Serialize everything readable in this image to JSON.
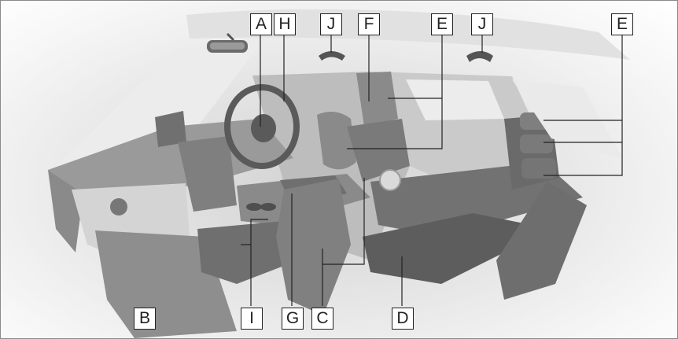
{
  "callouts": {
    "a": "A",
    "b": "B",
    "c": "C",
    "d": "D",
    "e_upper": "E",
    "e_right": "E",
    "f": "F",
    "g": "G",
    "h": "H",
    "i": "I",
    "j_left": "J",
    "j_right": "J"
  },
  "colors": {
    "frame": "#8a8a8a",
    "interior_light": "#cfcfcf",
    "interior_mid": "#a7a7a7",
    "interior_dark": "#6f6f6f",
    "carpet": "#8e8e8e",
    "leader": "#222222",
    "callout_bg": "#ffffff"
  }
}
